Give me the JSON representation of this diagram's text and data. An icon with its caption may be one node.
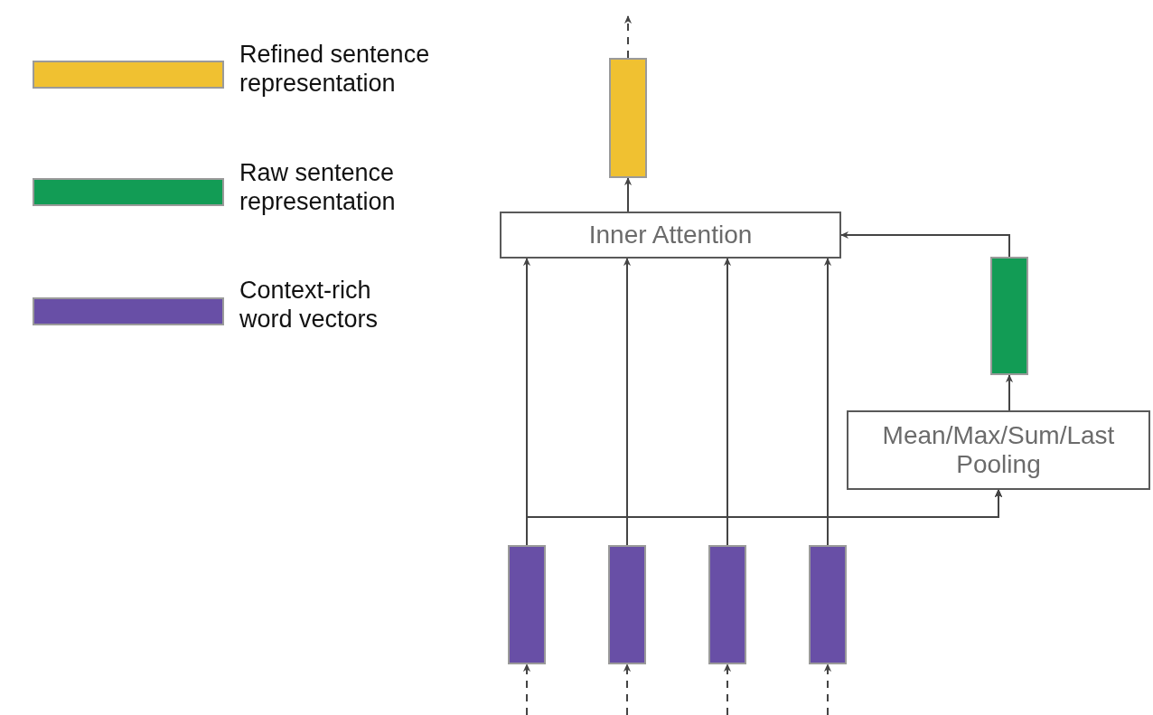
{
  "diagram": {
    "nodes": [
      {
        "text": [
          "Inner Attention"
        ]
      },
      {
        "text": [],
        "shape": "bar"
      },
      {
        "text": [],
        "shape": "bar"
      },
      {
        "text": [
          "Mean/Max/Sum/Last Pooling"
        ]
      },
      {
        "text": [],
        "shape": "bar"
      },
      {
        "text": [],
        "shape": "bar"
      },
      {
        "text": [],
        "shape": "bar"
      },
      {
        "text": [],
        "shape": "bar"
      }
    ],
    "edges": [
      {
        "from": null,
        "to": 4,
        "arrow": "to",
        "style": "dashed"
      },
      {
        "from": null,
        "to": 5,
        "arrow": "to",
        "style": "dashed"
      },
      {
        "from": null,
        "to": 6,
        "arrow": "to",
        "style": "dashed"
      },
      {
        "from": null,
        "to": 7,
        "arrow": "to",
        "style": "dashed"
      },
      {
        "from": 4,
        "to": 0,
        "arrow": "to"
      },
      {
        "from": 5,
        "to": 0,
        "arrow": "to"
      },
      {
        "from": 6,
        "to": 0,
        "arrow": "to"
      },
      {
        "from": 7,
        "to": 0,
        "arrow": "to"
      },
      {
        "from": 4,
        "to": 3,
        "arrow": "to"
      },
      {
        "from": 5,
        "to": 3,
        "arrow": "to"
      },
      {
        "from": 6,
        "to": 3,
        "arrow": "to"
      },
      {
        "from": 7,
        "to": 3,
        "arrow": "to"
      },
      {
        "from": 3,
        "to": 2,
        "arrow": "to"
      },
      {
        "from": 2,
        "to": 0,
        "arrow": "to"
      },
      {
        "from": 0,
        "to": 1,
        "arrow": "to"
      },
      {
        "from": 1,
        "to": null,
        "arrow": "to",
        "style": "dashed"
      }
    ],
    "legend": [
      {
        "text": "Refined sentence representation",
        "color": "#f0c131"
      },
      {
        "text": "Raw sentence representation",
        "color": "#129c55"
      },
      {
        "text": "Context-rich word vectors",
        "color": "#684fa6"
      }
    ]
  }
}
